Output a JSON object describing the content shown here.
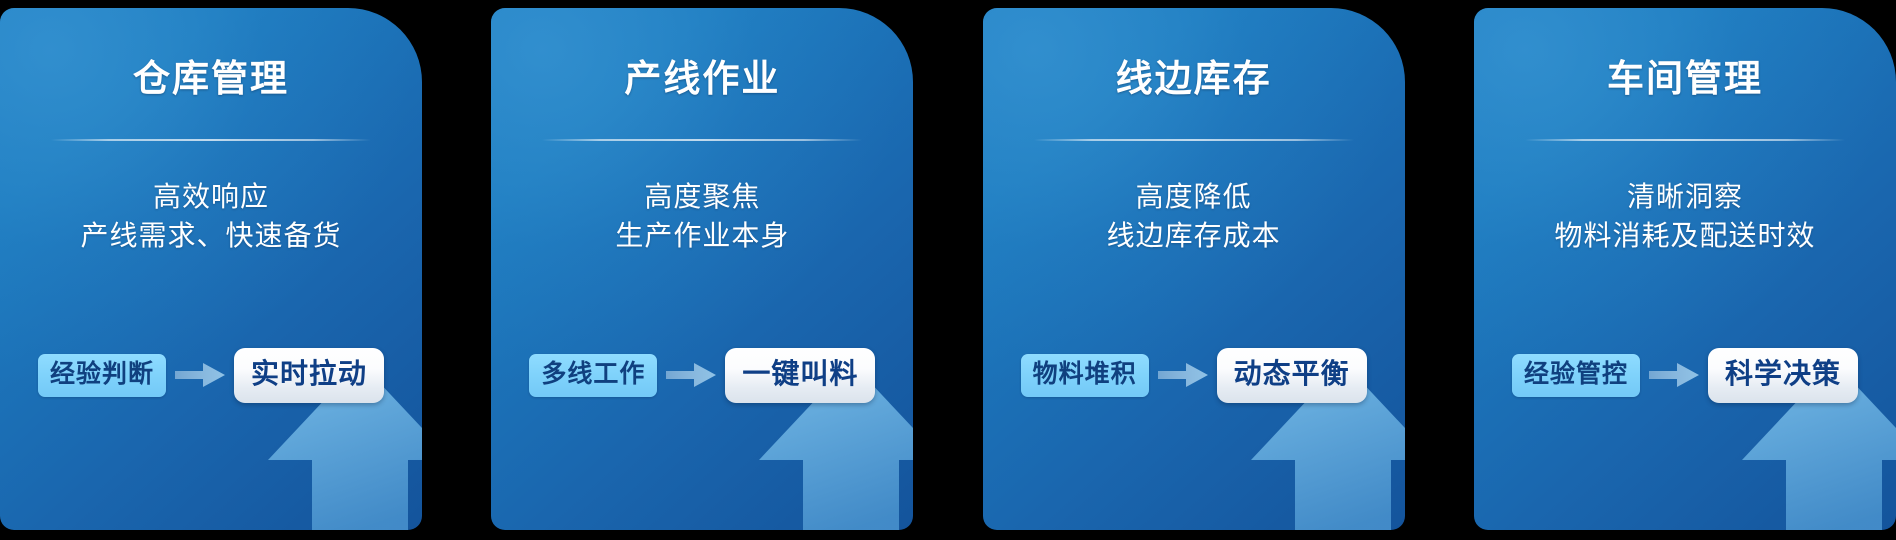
{
  "layout": {
    "background": "#000000",
    "card_gradient_from": "#1f7fc4",
    "card_gradient_to": "#14549c",
    "pill_from_color": "#7fd2fb",
    "pill_to_color": "#ffffff",
    "pill_text_color": "#10407f",
    "arrow_color": "#64a8dd",
    "title_color": "#ffffff",
    "divider_color": "#ffffff"
  },
  "cards": [
    {
      "title": "仓库管理",
      "body_lines": [
        "高效响应",
        "产线需求、快速备货"
      ],
      "pill_from": "经验判断",
      "pill_to": "实时拉动",
      "arrow_icon": "arrow-right-icon",
      "growth_icon": "arrow-up-icon"
    },
    {
      "title": "产线作业",
      "body_lines": [
        "高度聚焦",
        "生产作业本身"
      ],
      "pill_from": "多线工作",
      "pill_to": "一键叫料",
      "arrow_icon": "arrow-right-icon",
      "growth_icon": "arrow-up-icon"
    },
    {
      "title": "线边库存",
      "body_lines": [
        "高度降低",
        "线边库存成本"
      ],
      "pill_from": "物料堆积",
      "pill_to": "动态平衡",
      "arrow_icon": "arrow-right-icon",
      "growth_icon": "arrow-up-icon"
    },
    {
      "title": "车间管理",
      "body_lines": [
        "清晰洞察",
        "物料消耗及配送时效"
      ],
      "pill_from": "经验管控",
      "pill_to": "科学决策",
      "arrow_icon": "arrow-right-icon",
      "growth_icon": "arrow-up-icon"
    }
  ]
}
